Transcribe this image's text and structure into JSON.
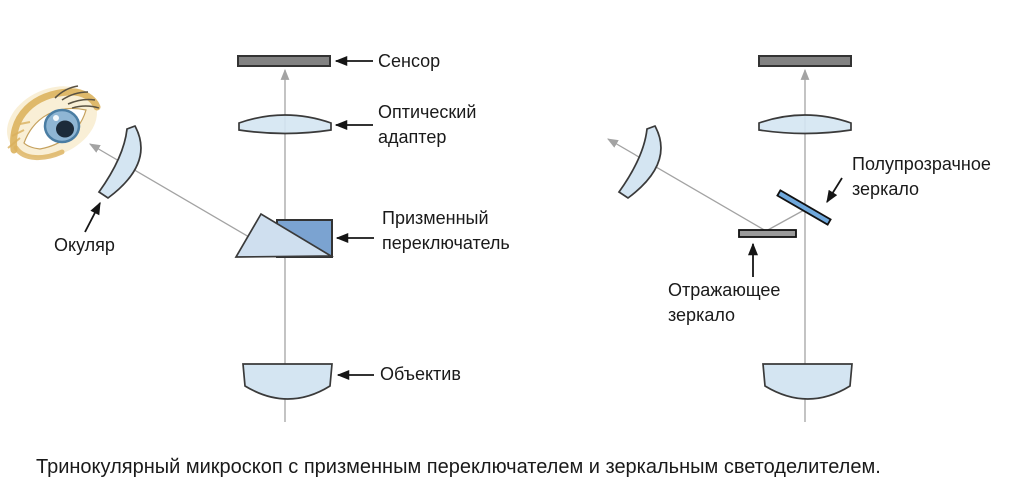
{
  "caption": "Тринокулярный микроскоп с призменным переключателем и зеркальным светоделителем.",
  "left_diagram": {
    "labels": {
      "sensor": "Сенсор",
      "adapter": "Оптический\nадаптер",
      "prism": "Призменный\nпереключатель",
      "eyepiece": "Окуляр",
      "objective": "Объектив"
    }
  },
  "right_diagram": {
    "labels": {
      "semi_mirror": "Полупрозрачное\nзеркало",
      "reflect_mirror": "Отражающее\nзеркало"
    }
  },
  "colors": {
    "lens_fill": "#d4e5f2",
    "prism_light_fill": "#cfdfef",
    "prism_dark_fill": "#7ba3d1",
    "semi_mirror_fill": "#6fa8dc",
    "sensor_fill": "#828282",
    "reflect_mirror_fill": "#9a9a9a",
    "ray_gray": "#a3a3a3"
  }
}
